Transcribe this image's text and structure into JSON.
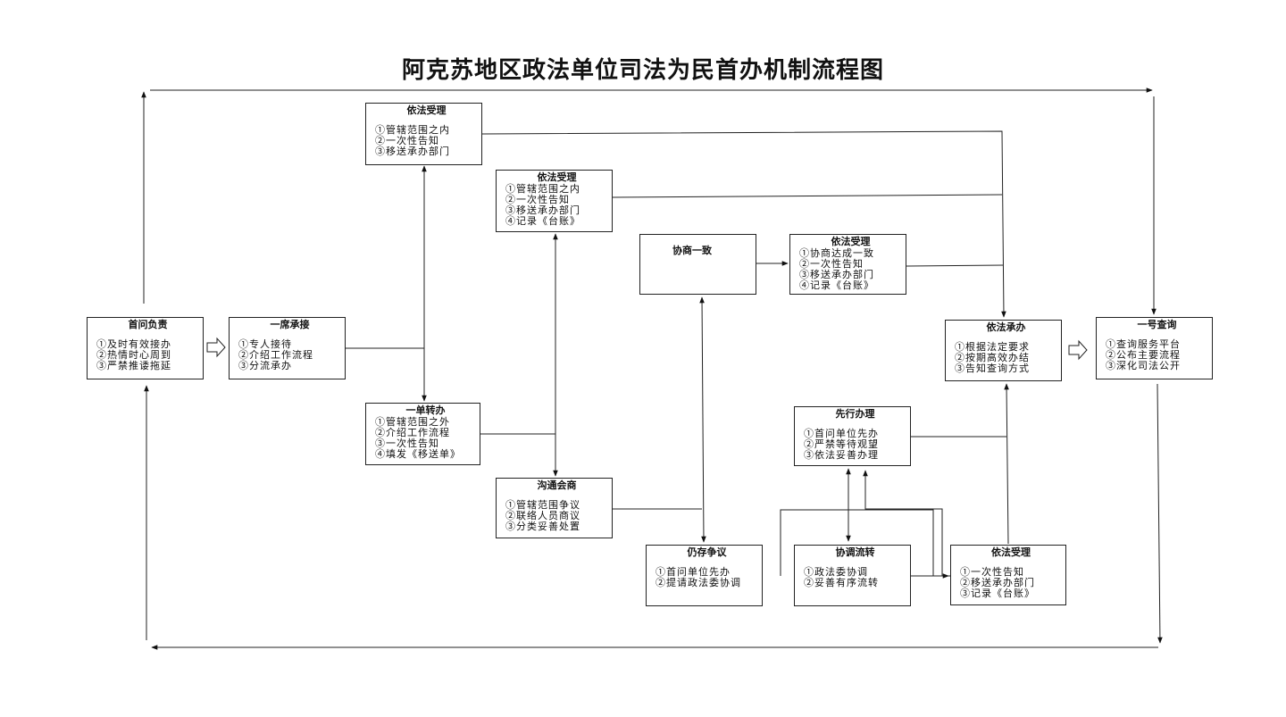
{
  "title": "阿克苏地区政法单位司法为民首办机制流程图",
  "nodes": {
    "shouwen": {
      "title": "首问负责",
      "items": [
        "①及时有效接办",
        "②热情时心周到",
        "③严禁推诿拖延"
      ]
    },
    "yixi": {
      "title": "一席承接",
      "items": [
        "①专人接待",
        "②介绍工作流程",
        "③分流承办"
      ]
    },
    "yifa1": {
      "title": "依法受理",
      "items": [
        "①管辖范围之内",
        "②一次性告知",
        "③移送承办部门"
      ]
    },
    "yifa2": {
      "title": "依法受理",
      "items": [
        "①管辖范围之内",
        "②一次性告知",
        "③移送承办部门",
        "④记录《台账》"
      ]
    },
    "xieshang": {
      "title": "协商一致",
      "items": []
    },
    "yifa3": {
      "title": "依法受理",
      "items": [
        "①协商达成一致",
        "②一次性告知",
        "③移送承办部门",
        "④记录《台账》"
      ]
    },
    "yidan": {
      "title": "一单转办",
      "items": [
        "①管辖范围之外",
        "②介绍工作流程",
        "③一次性告知",
        "④填发《移送单》"
      ]
    },
    "goutong": {
      "title": "沟通会商",
      "items": [
        "①管辖范围争议",
        "②联络人员商议",
        "③分类妥善处置"
      ]
    },
    "xianxing": {
      "title": "先行办理",
      "items": [
        "①首问单位先办",
        "②严禁等待观望",
        "③依法妥善办理"
      ]
    },
    "rengcun": {
      "title": "仍存争议",
      "items": [
        "①首问单位先办",
        "②提请政法委协调"
      ]
    },
    "xietiao": {
      "title": "协调流转",
      "items": [
        "①政法委协调",
        "②妥善有序流转"
      ]
    },
    "yifa4": {
      "title": "依法受理",
      "items": [
        "①一次性告知",
        "②移送承办部门",
        "③记录《台账》"
      ]
    },
    "chengban": {
      "title": "依法承办",
      "items": [
        "①根据法定要求",
        "②按期高效办结",
        "③告知查询方式"
      ]
    },
    "chaxun": {
      "title": "一号查询",
      "items": [
        "①查询服务平台",
        "②公布主要流程",
        "③深化司法公开"
      ]
    }
  }
}
